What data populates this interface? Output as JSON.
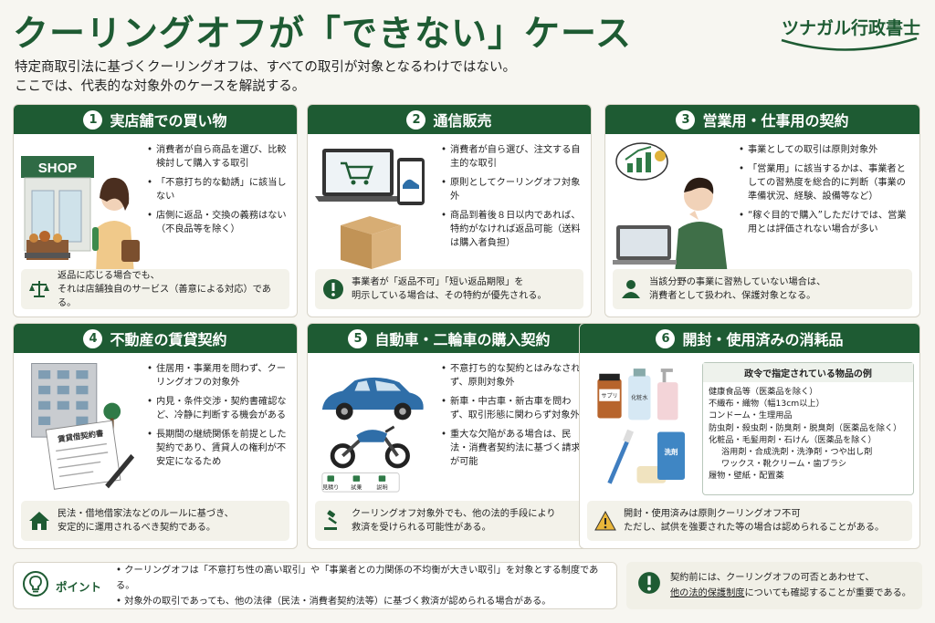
{
  "header": {
    "title": "クーリングオフが「できない」ケース",
    "logo_text": "ツナガル行政書士",
    "intro_line1": "特定商取引法に基づくクーリングオフは、すべての取引が対象となるわけではない。",
    "intro_line2": "ここでは、代表的な対象外のケースを解説する。"
  },
  "cards": [
    {
      "num": "1",
      "title": "実店舗での買い物",
      "shop_sign": "SHOP",
      "bullets": [
        "消費者が自ら商品を選び、比較検討して購入する取引",
        "「不意打ち的な勧誘」に該当しない",
        "店側に返品・交換の義務はない（不良品等を除く）"
      ],
      "note_line1": "返品に応じる場合でも、",
      "note_line2": "それは店舗独自のサービス（善意による対応）である。",
      "note_icon": "scale-icon"
    },
    {
      "num": "2",
      "title": "通信販売",
      "bullets": [
        "消費者が自ら選び、注文する自主的な取引",
        "原則としてクーリングオフ対象外",
        "商品到着後８日以内であれば、特約がなければ返品可能（送料は購入者負担）"
      ],
      "note_line1": "事業者が「返品不可」「短い返品期限」を",
      "note_line2": "明示している場合は、その特約が優先される。",
      "note_icon": "exclamation-icon"
    },
    {
      "num": "3",
      "title": "営業用・仕事用の契約",
      "bullets": [
        "事業としての取引は原則対象外",
        "「営業用」に該当するかは、事業者としての習熟度を総合的に判断（事業の準備状況、経験、設備等など）",
        "“稼ぐ目的で購入”しただけでは、営業用とは評価されない場合が多い"
      ],
      "note_line1": "当該分野の事業に習熟していない場合は、",
      "note_line2": "消費者として扱われ、保護対象となる。",
      "note_icon": "person-icon"
    },
    {
      "num": "4",
      "title": "不動産の賃貸契約",
      "doc_label": "賃貸借契約書",
      "bullets": [
        "住居用・事業用を問わず、クーリングオフの対象外",
        "内見・条件交渉・契約書確認など、冷静に判断する機会がある",
        "長期間の継続関係を前提とした契約であり、賃貸人の権利が不安定になるため"
      ],
      "note_line1": "民法・借地借家法などのルールに基づき、",
      "note_line2": "安定的に運用されるべき契約である。",
      "note_icon": "house-icon"
    },
    {
      "num": "5",
      "title": "自動車・二輪車の購入契約",
      "steps": [
        "見積り",
        "試乗",
        "説明"
      ],
      "bullets": [
        "不意打ち的な契約とはみなされず、原則対象外",
        "新車・中古車・新古車を問わず、取引形態に関わらず対象外",
        "重大な欠陥がある場合は、民法・消費者契約法に基づく請求が可能"
      ],
      "note_line1": "クーリングオフ対象外でも、他の法的手段により",
      "note_line2": "救済を受けられる可能性がある。",
      "note_icon": "gavel-icon"
    },
    {
      "num": "6",
      "title": "開封・使用済みの消耗品",
      "labels": {
        "supplement": "サプリ",
        "lotion": "化粧水",
        "detergent": "洗剤"
      },
      "goods_title": "政令で指定されている物品の例",
      "goods": [
        {
          "text": "健康食品等（医薬品を除く）",
          "sub": false
        },
        {
          "text": "不織布・織物（幅13cm以上）",
          "sub": false
        },
        {
          "text": "コンドーム・生理用品",
          "sub": false
        },
        {
          "text": "防虫剤・殺虫剤・防臭剤・脱臭剤（医薬品を除く）",
          "sub": false
        },
        {
          "text": "化粧品・毛髪用剤・石けん（医薬品を除く）",
          "sub": false
        },
        {
          "text": "浴用剤・合成洗剤・洗浄剤・つや出し剤",
          "sub": true
        },
        {
          "text": "ワックス・靴クリーム・歯ブラシ",
          "sub": true
        },
        {
          "text": "履物・壁紙・配置薬",
          "sub": false
        }
      ],
      "note_line1": "開封・使用済みは原則クーリングオフ不可",
      "note_line2": "ただし、試供を強要された等の場合は認められることがある。",
      "note_icon": "warning-icon"
    }
  ],
  "point": {
    "label": "ポイント",
    "items": [
      "クーリングオフは「不意打ち性の高い取引」や「事業者との力関係の不均衡が大きい取引」を対象とする制度である。",
      "対象外の取引であっても、他の法律（民法・消費者契約法等）に基づく救済が認められる場合がある。"
    ],
    "icon": "lightbulb-icon"
  },
  "advice": {
    "line1": "契約前には、クーリングオフの可否とあわせて、",
    "line2_underlined": "他の法的保護制度",
    "line2_rest": "についても確認することが重要である。",
    "icon": "exclamation-icon"
  },
  "colors": {
    "primary": "#1e5b33",
    "note_bg": "#f3f2ea",
    "page_bg": "#f7f6f1"
  }
}
